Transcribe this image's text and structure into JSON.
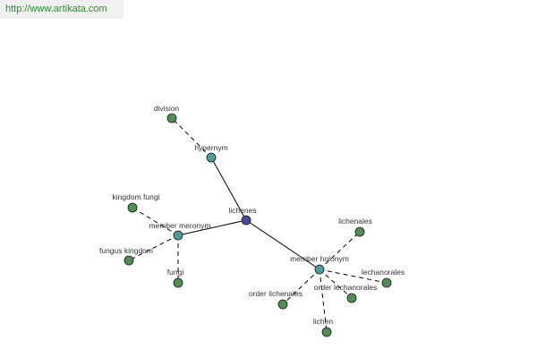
{
  "site": {
    "url_text": "http://www.artikata.com",
    "url_color": "#2e8b2e"
  },
  "colors": {
    "center": "#4a4a9a",
    "relation": "#4f9a9a",
    "leaf": "#4f8f4f"
  },
  "graph": {
    "center": {
      "id": "lichenes",
      "label": "lichenes",
      "kind": "center"
    },
    "relations": [
      {
        "id": "hypernym",
        "label": "hypernym",
        "kind": "relation"
      },
      {
        "id": "member-meronym",
        "label": "member meronym",
        "kind": "relation"
      },
      {
        "id": "member-holonym",
        "label": "member holonym",
        "kind": "relation"
      }
    ],
    "leaves": [
      {
        "id": "division",
        "label": "division",
        "parent": "hypernym"
      },
      {
        "id": "kingdom-fungi",
        "label": "kingdom fungi",
        "parent": "member-meronym"
      },
      {
        "id": "fungus-kingdom",
        "label": "fungus kingdom",
        "parent": "member-meronym"
      },
      {
        "id": "fungi",
        "label": "fungi",
        "parent": "member-meronym"
      },
      {
        "id": "lichenales",
        "label": "lichenales",
        "parent": "member-holonym"
      },
      {
        "id": "lechanorales",
        "label": "lechanorales",
        "parent": "member-holonym"
      },
      {
        "id": "order-lecanorales",
        "label": "order lechanorales",
        "parent": "member-holonym"
      },
      {
        "id": "order-lichenales",
        "label": "order lichenales",
        "parent": "member-holonym"
      },
      {
        "id": "lichen",
        "label": "lichen",
        "parent": "member-holonym"
      }
    ]
  }
}
